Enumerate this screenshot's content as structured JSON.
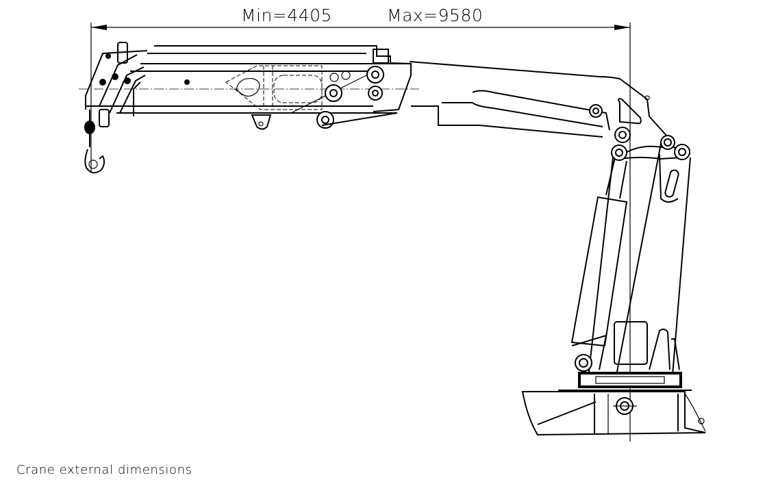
{
  "dimension": {
    "min_label": "Min=4405",
    "max_label": "Max=9580"
  },
  "caption": "Crane external dimensions"
}
